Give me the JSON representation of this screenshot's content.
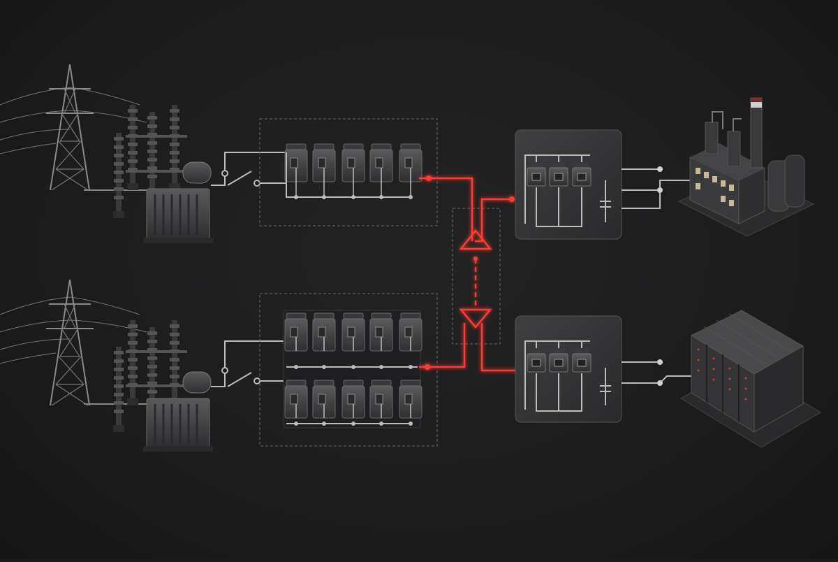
{
  "diagram": {
    "type": "power-distribution-one-line",
    "text_labels": [],
    "feeders": [
      {
        "id": "upper",
        "source": "transmission-tower",
        "transformer": "substation-transformer",
        "switch": "disconnect-switch",
        "bank": {
          "columns": 5,
          "rows": 1
        },
        "panel": {
          "breakers": 3
        },
        "load": "factory"
      },
      {
        "id": "lower",
        "source": "transmission-tower",
        "transformer": "substation-transformer",
        "switch": "disconnect-switch",
        "bank": {
          "columns": 5,
          "rows": 2
        },
        "panel": {
          "breakers": 3
        },
        "load": "data-center"
      }
    ],
    "active_path": {
      "color": "#e0302c",
      "description_shown": false
    },
    "tie": {
      "style": "dashed",
      "devices": 2
    },
    "colors": {
      "background": "#1c1c1d",
      "wire": "#bdbdbd",
      "equipment": "#4a4a4c",
      "highlight": "#ff3b30"
    }
  }
}
